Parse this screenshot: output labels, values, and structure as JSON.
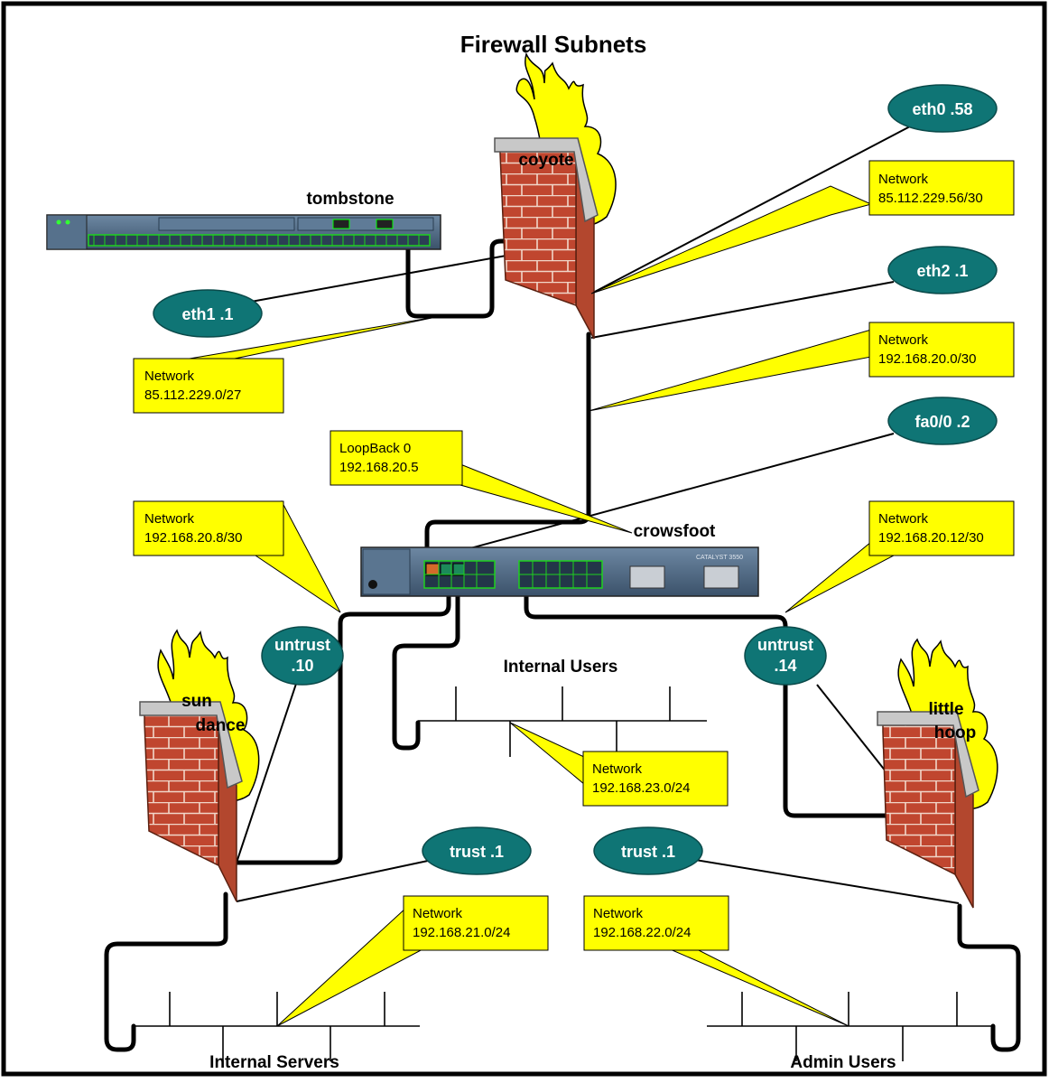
{
  "title": "Firewall Subnets",
  "devices": {
    "coyote": "coyote",
    "tombstone": "tombstone",
    "crowsfoot": "crowsfoot",
    "sundance_line1": "sun",
    "sundance_line2": "dance",
    "littlehoop_line1": "little",
    "littlehoop_line2": "hoop",
    "switch_brand": "CATALYST 3550"
  },
  "interfaces": {
    "eth0": "eth0 .58",
    "eth1": "eth1 .1",
    "eth2": "eth2 .1",
    "fa00": "fa0/0 .2",
    "untrust_left_1": "untrust",
    "untrust_left_2": ".10",
    "untrust_right_1": "untrust",
    "untrust_right_2": ".14",
    "trust_left": "trust .1",
    "trust_right": "trust .1"
  },
  "callouts": {
    "net_56": {
      "line1": "Network",
      "line2": "85.112.229.56/30"
    },
    "net_0_27": {
      "line1": "Network",
      "line2": "85.112.229.0/27"
    },
    "net_20_0": {
      "line1": "Network",
      "line2": "192.168.20.0/30"
    },
    "loopback": {
      "line1": "LoopBack 0",
      "line2": "192.168.20.5"
    },
    "net_20_8": {
      "line1": "Network",
      "line2": "192.168.20.8/30"
    },
    "net_20_12": {
      "line1": "Network",
      "line2": "192.168.20.12/30"
    },
    "net_23": {
      "line1": "Network",
      "line2": "192.168.23.0/24"
    },
    "net_21": {
      "line1": "Network",
      "line2": "192.168.21.0/24"
    },
    "net_22": {
      "line1": "Network",
      "line2": "192.168.22.0/24"
    }
  },
  "segments": {
    "internal_users": "Internal Users",
    "internal_servers": "Internal Servers",
    "admin_users": "Admin Users"
  },
  "colors": {
    "interface_oval": "#0f7575",
    "callout": "#ffff00",
    "brick": "#c0462f",
    "device_chassis": "#4a6580"
  }
}
